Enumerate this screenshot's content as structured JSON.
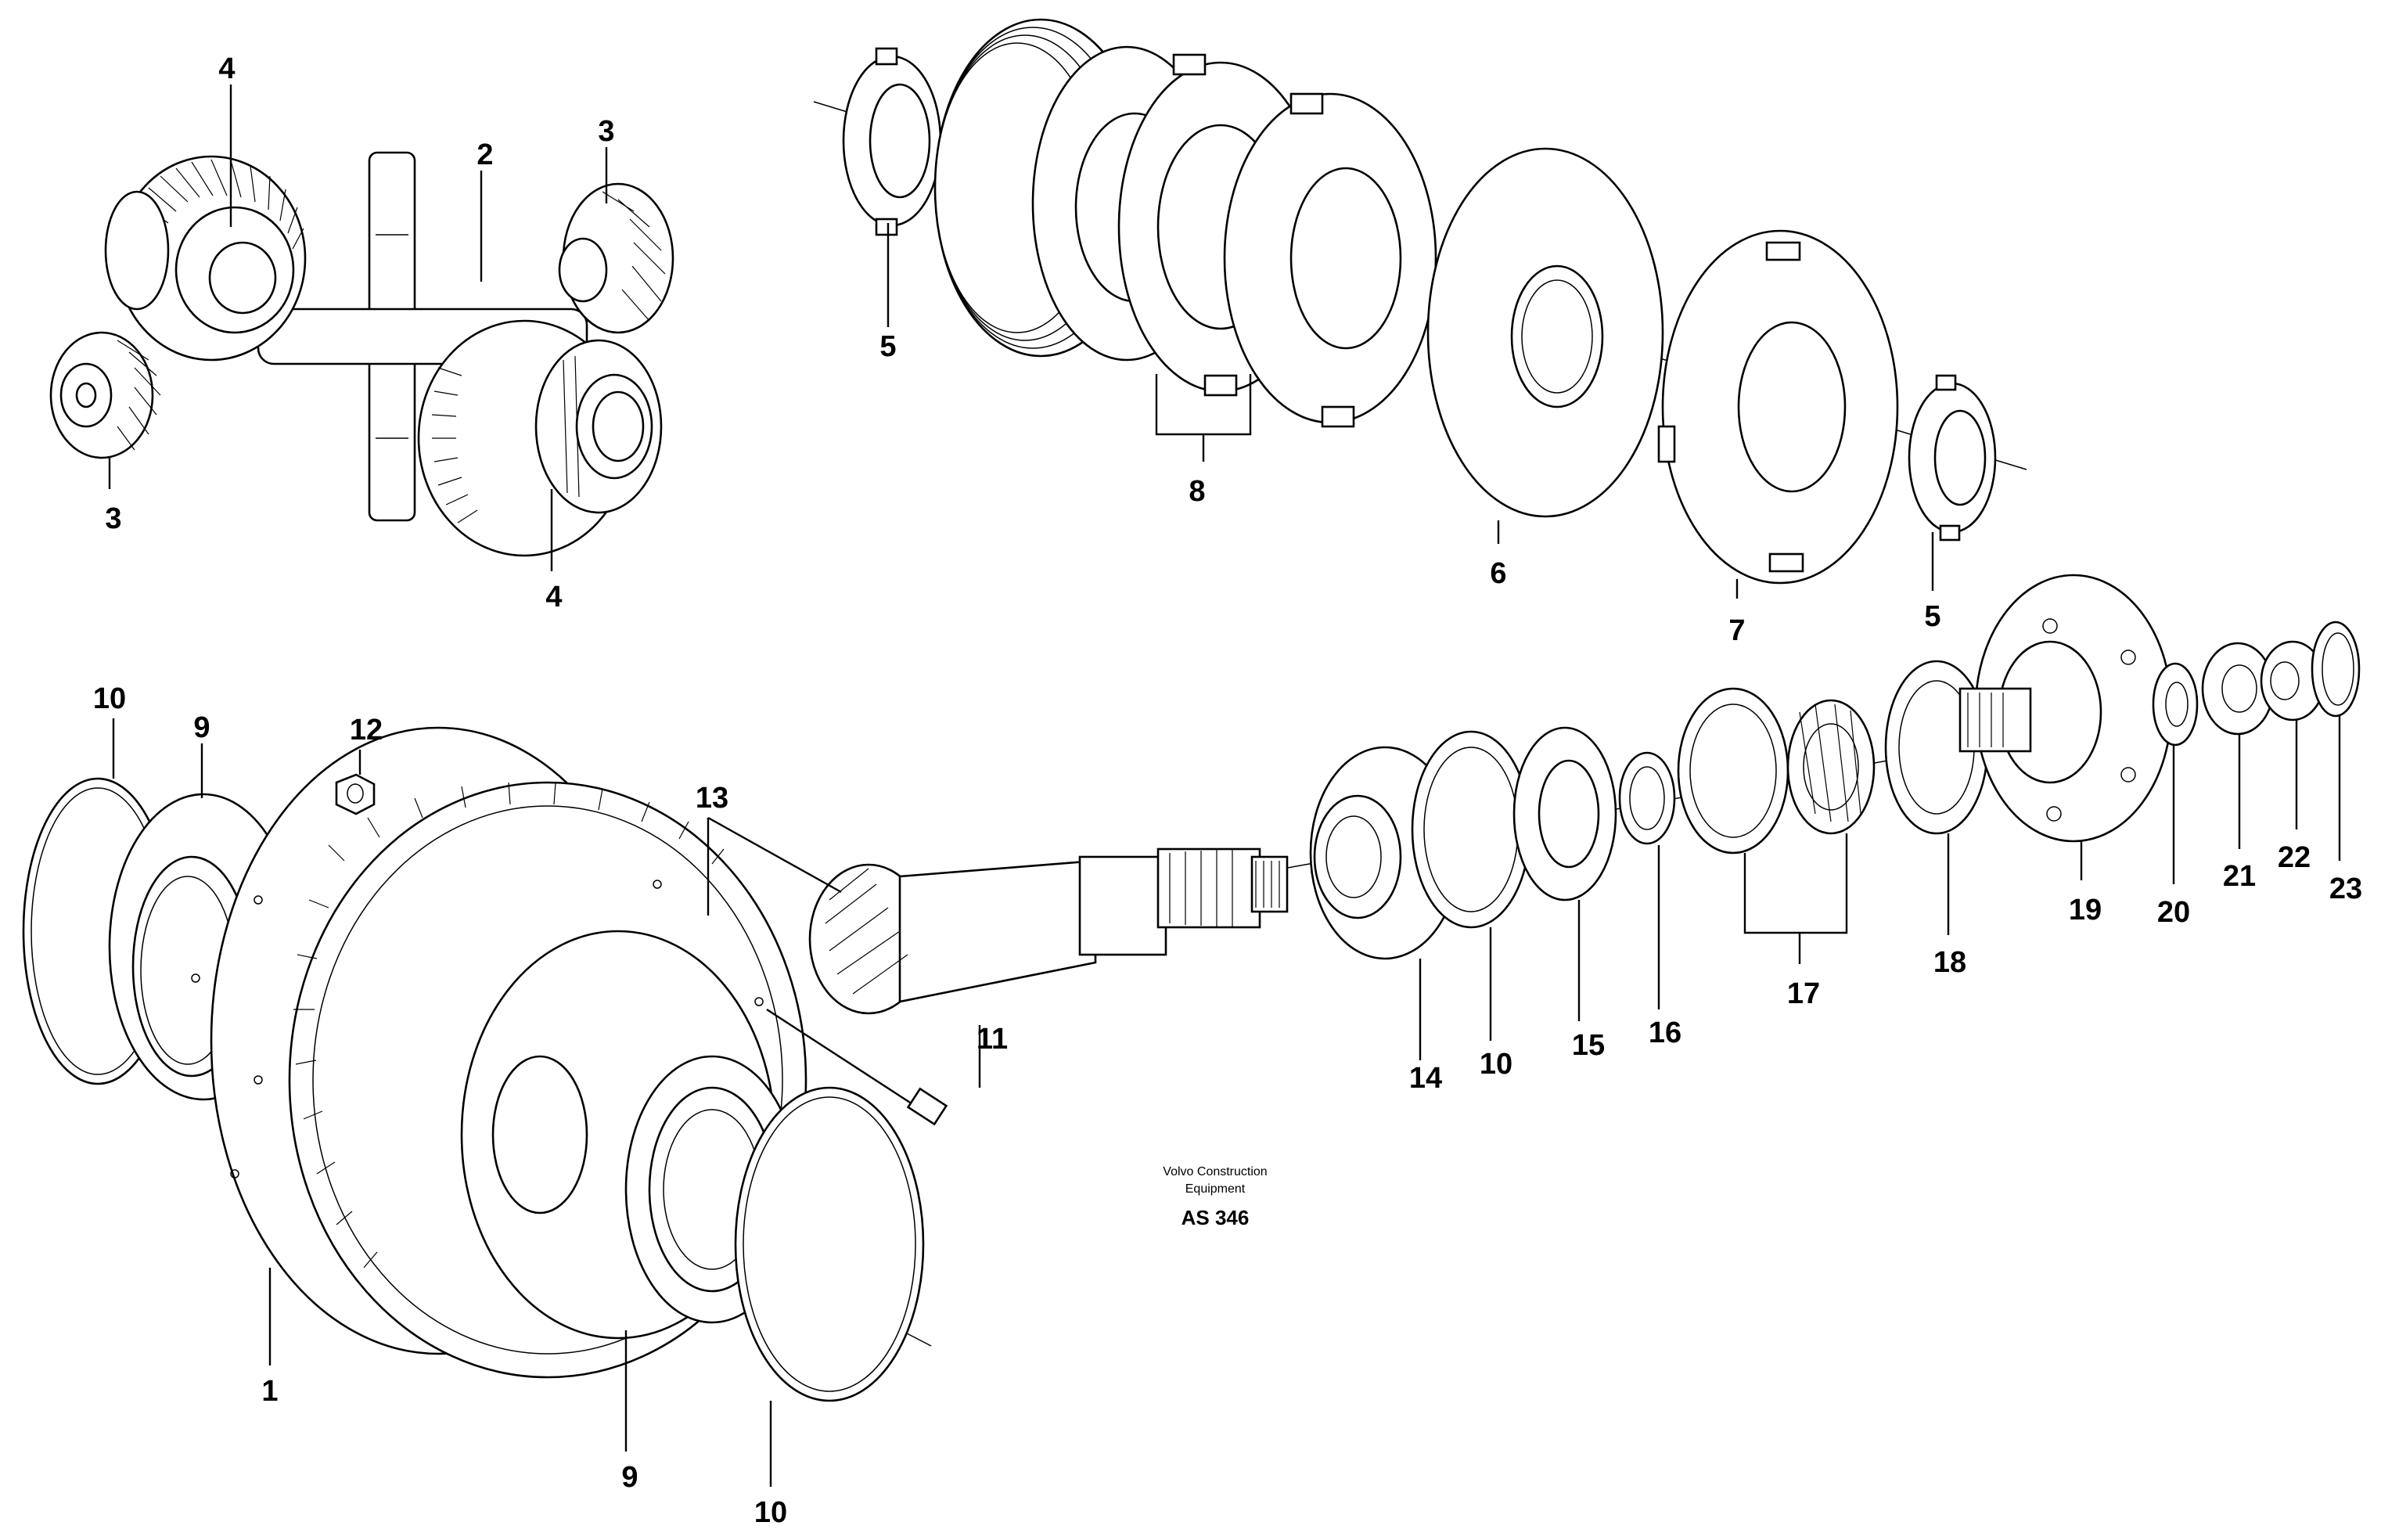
{
  "diagram": {
    "callouts": [
      "1",
      "2",
      "3",
      "3",
      "4",
      "4",
      "5",
      "5",
      "6",
      "7",
      "8",
      "9",
      "9",
      "10",
      "10",
      "10",
      "11",
      "12",
      "13",
      "14",
      "15",
      "16",
      "17",
      "18",
      "19",
      "20",
      "21",
      "22",
      "23"
    ],
    "caption": {
      "line1": "Volvo Construction",
      "line2": "Equipment",
      "code": "AS 346"
    }
  }
}
